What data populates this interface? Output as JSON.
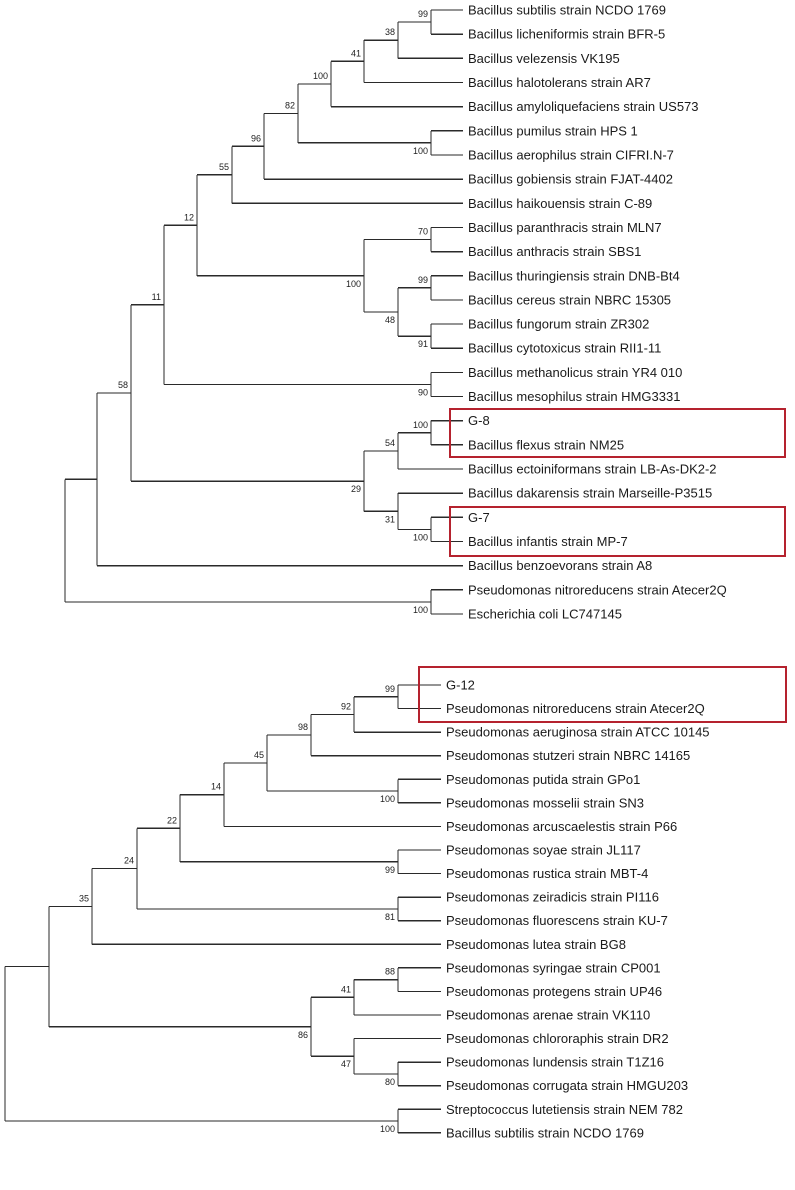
{
  "highlight_color": "#b5222e",
  "trees": [
    {
      "c": [
        {
          "c": [
            {
              "s": "58",
              "c": [
                {
                  "s": "11",
                  "c": [
                    {
                      "s": "12",
                      "c": [
                        {
                          "s": "55",
                          "c": [
                            {
                              "s": "96",
                              "c": [
                                {
                                  "s": "82",
                                  "c": [
                                    {
                                      "s": "100",
                                      "c": [
                                        {
                                          "s": "41",
                                          "c": [
                                            {
                                              "s": "38",
                                              "c": [
                                                {
                                                  "s": "99",
                                                  "c": [
                                                    "Bacillus subtilis strain NCDO 1769",
                                                    "Bacillus licheniformis strain BFR-5"
                                                  ]
                                                },
                                                "Bacillus velezensis VK195"
                                              ]
                                            },
                                            "Bacillus halotolerans strain AR7"
                                          ]
                                        },
                                        "Bacillus amyloliquefaciens strain US573"
                                      ]
                                    },
                                    {
                                      "s": "100",
                                      "c": [
                                        "Bacillus pumilus strain HPS 1",
                                        "Bacillus aerophilus strain CIFRI.N-7"
                                      ]
                                    }
                                  ]
                                },
                                "Bacillus gobiensis strain FJAT-4402"
                              ]
                            },
                            "Bacillus haikouensis strain C-89"
                          ]
                        },
                        {
                          "s": "100",
                          "c": [
                            {
                              "s": "70",
                              "c": [
                                "Bacillus paranthracis strain MLN7",
                                "Bacillus anthracis strain SBS1"
                              ]
                            },
                            {
                              "s": "48",
                              "c": [
                                {
                                  "s": "99",
                                  "c": [
                                    "Bacillus thuringiensis strain DNB-Bt4",
                                    "Bacillus cereus strain NBRC 15305"
                                  ]
                                },
                                {
                                  "s": "91",
                                  "c": [
                                    "Bacillus fungorum strain ZR302",
                                    "Bacillus cytotoxicus strain RII1-11"
                                  ]
                                }
                              ]
                            }
                          ]
                        }
                      ]
                    },
                    {
                      "s": "90",
                      "c": [
                        "Bacillus methanolicus strain YR4 010",
                        "Bacillus mesophilus strain HMG3331"
                      ]
                    }
                  ]
                },
                {
                  "s": "29",
                  "c": [
                    {
                      "s": "54",
                      "c": [
                        {
                          "s": "100",
                          "c": [
                            "G-8",
                            "Bacillus flexus strain NM25"
                          ]
                        },
                        "Bacillus ectoiniformans strain LB-As-DK2-2"
                      ]
                    },
                    {
                      "s": "31",
                      "c": [
                        "Bacillus dakarensis strain Marseille-P3515",
                        {
                          "s": "100",
                          "c": [
                            "G-7",
                            "Bacillus infantis strain MP-7"
                          ]
                        }
                      ]
                    }
                  ]
                }
              ]
            },
            "Bacillus benzoevorans strain A8"
          ]
        },
        {
          "s": "100",
          "c": [
            "Pseudomonas nitroreducens strain Atecer2Q",
            "Escherichia coli LC747145"
          ]
        }
      ]
    },
    {
      "c": [
        {
          "c": [
            {
              "s": "35",
              "c": [
                {
                  "s": "24",
                  "c": [
                    {
                      "s": "22",
                      "c": [
                        {
                          "s": "14",
                          "c": [
                            {
                              "s": "45",
                              "c": [
                                {
                                  "s": "98",
                                  "c": [
                                    {
                                      "s": "92",
                                      "c": [
                                        {
                                          "s": "99",
                                          "c": [
                                            "G-12",
                                            "Pseudomonas nitroreducens strain Atecer2Q"
                                          ]
                                        },
                                        "Pseudomonas aeruginosa strain ATCC 10145"
                                      ]
                                    },
                                    "Pseudomonas stutzeri strain NBRC 14165"
                                  ]
                                },
                                {
                                  "s": "100",
                                  "c": [
                                    "Pseudomonas putida strain GPo1",
                                    "Pseudomonas mosselii strain SN3"
                                  ]
                                }
                              ]
                            },
                            "Pseudomonas arcuscaelestis strain P66"
                          ]
                        },
                        {
                          "s": "99",
                          "c": [
                            "Pseudomonas soyae strain JL117",
                            "Pseudomonas rustica strain MBT-4"
                          ]
                        }
                      ]
                    },
                    {
                      "s": "81",
                      "c": [
                        "Pseudomonas zeiradicis strain PI116",
                        "Pseudomonas fluorescens strain KU-7"
                      ]
                    }
                  ]
                },
                "Pseudomonas lutea strain BG8"
              ]
            },
            {
              "s": "86",
              "c": [
                {
                  "s": "41",
                  "c": [
                    {
                      "s": "88",
                      "c": [
                        "Pseudomonas syringae strain CP001",
                        "Pseudomonas protegens strain UP46"
                      ]
                    },
                    "Pseudomonas arenae strain VK110"
                  ]
                },
                {
                  "s": "47",
                  "c": [
                    "Pseudomonas chlororaphis strain DR2",
                    {
                      "s": "80",
                      "c": [
                        "Pseudomonas lundensis strain T1Z16",
                        "Pseudomonas corrugata strain HMGU203"
                      ]
                    }
                  ]
                }
              ]
            }
          ]
        },
        {
          "s": "100",
          "c": [
            "Streptococcus lutetiensis strain NEM 782",
            "Bacillus subtilis strain NCDO 1769"
          ]
        }
      ]
    }
  ]
}
